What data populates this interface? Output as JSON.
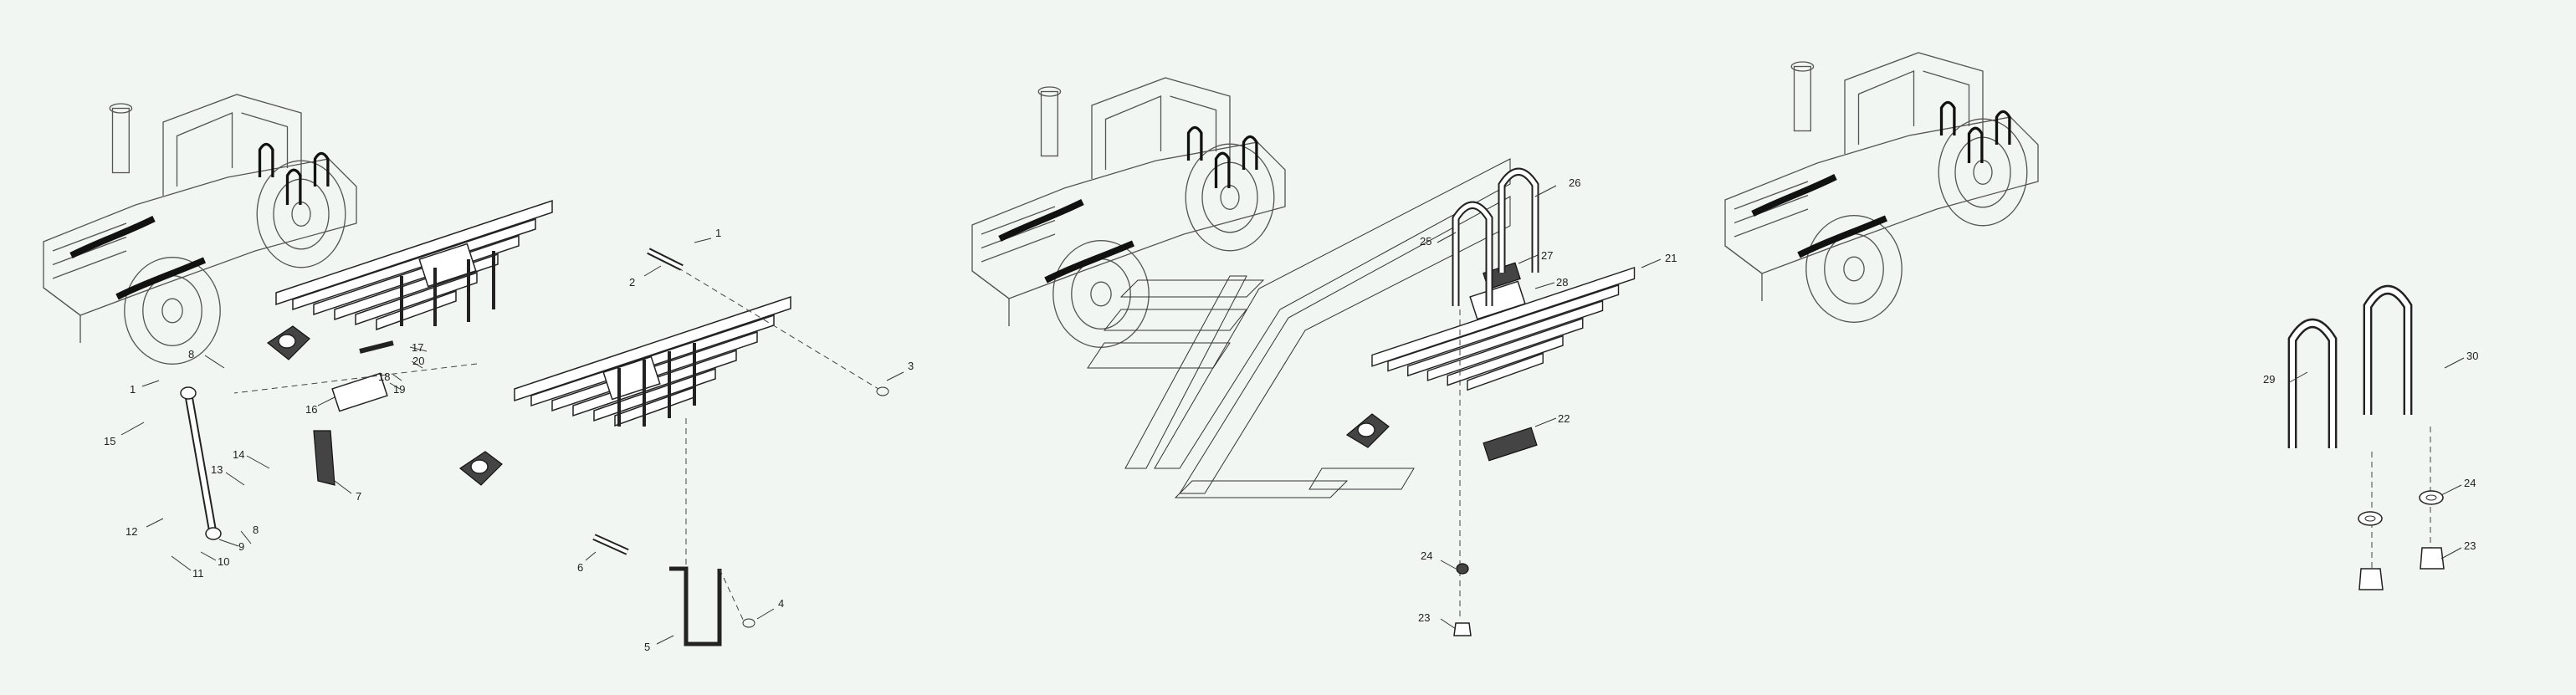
{
  "callouts": [
    "1",
    "2",
    "3",
    "4",
    "5",
    "6",
    "7",
    "8",
    "9",
    "10",
    "11",
    "12",
    "13",
    "14",
    "15",
    "16",
    "17",
    "18",
    "19",
    "20",
    "21",
    "22",
    "23",
    "24",
    "25",
    "26",
    "27",
    "28",
    "29",
    "30"
  ],
  "panel_center_callouts": [
    "21",
    "22",
    "23",
    "24",
    "25",
    "26",
    "27",
    "28"
  ],
  "panel_right_callouts": [
    "23",
    "24",
    "29",
    "30"
  ]
}
